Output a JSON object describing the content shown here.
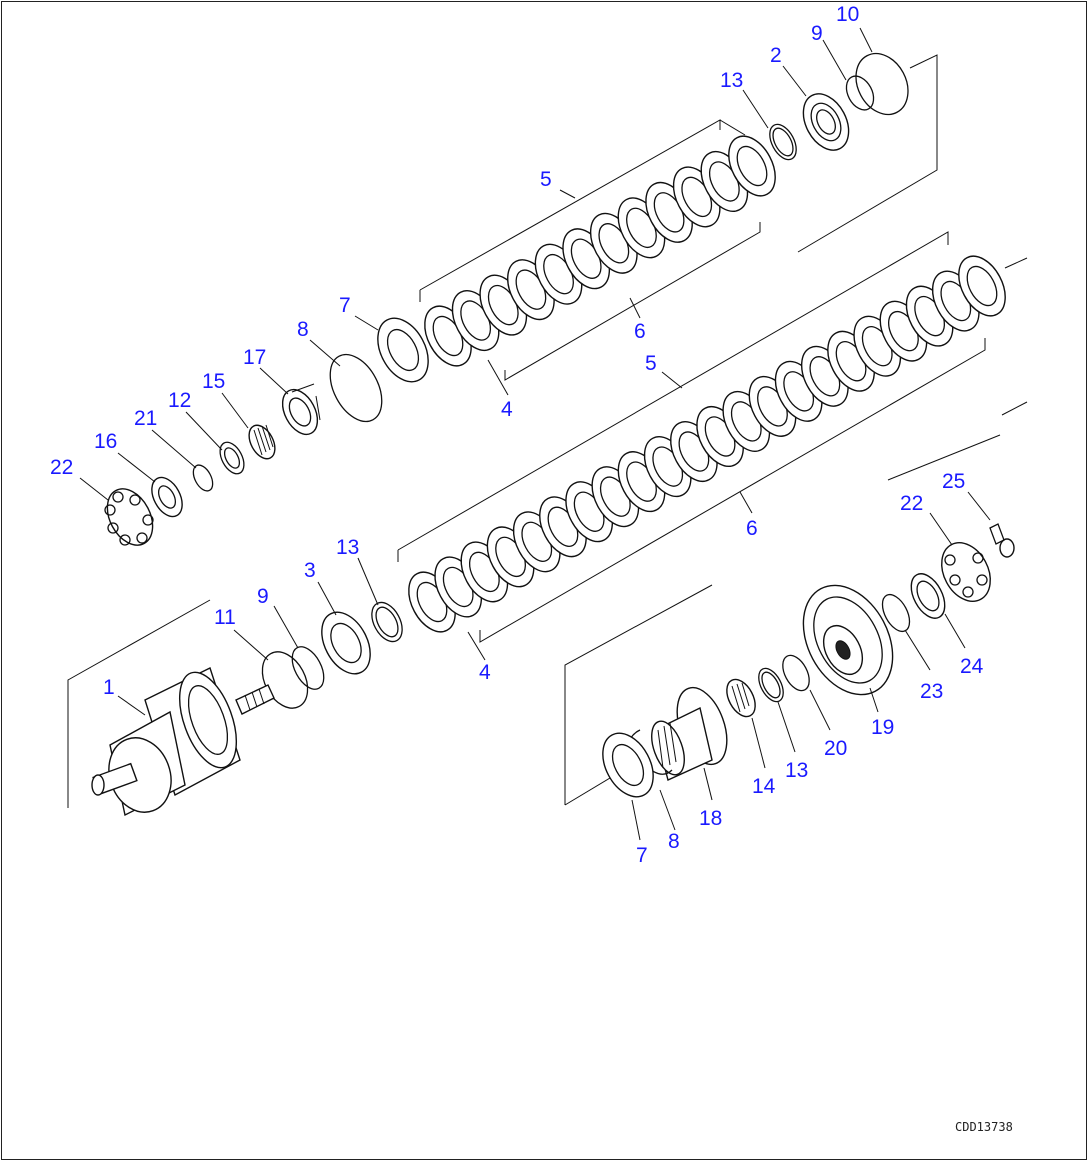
{
  "callouts": [
    {
      "id": "c10-top",
      "text": "10"
    },
    {
      "id": "c9-top",
      "text": "9"
    },
    {
      "id": "c2",
      "text": "2"
    },
    {
      "id": "c13-top",
      "text": "13"
    },
    {
      "id": "c5-upper",
      "text": "5"
    },
    {
      "id": "c7-upper",
      "text": "7"
    },
    {
      "id": "c8-upper",
      "text": "8"
    },
    {
      "id": "c6-upper",
      "text": "6"
    },
    {
      "id": "c4-upper",
      "text": "4"
    },
    {
      "id": "c17",
      "text": "17"
    },
    {
      "id": "c15",
      "text": "15"
    },
    {
      "id": "c12",
      "text": "12"
    },
    {
      "id": "c21",
      "text": "21"
    },
    {
      "id": "c16",
      "text": "16"
    },
    {
      "id": "c22-left",
      "text": "22"
    },
    {
      "id": "c5-lower",
      "text": "5"
    },
    {
      "id": "c6-lower",
      "text": "6"
    },
    {
      "id": "c25",
      "text": "25"
    },
    {
      "id": "c22-right",
      "text": "22"
    },
    {
      "id": "c13-mid",
      "text": "13"
    },
    {
      "id": "c3",
      "text": "3"
    },
    {
      "id": "c9-mid",
      "text": "9"
    },
    {
      "id": "c11",
      "text": "11"
    },
    {
      "id": "c4-lower",
      "text": "4"
    },
    {
      "id": "c1",
      "text": "1"
    },
    {
      "id": "c24",
      "text": "24"
    },
    {
      "id": "c23",
      "text": "23"
    },
    {
      "id": "c19",
      "text": "19"
    },
    {
      "id": "c20",
      "text": "20"
    },
    {
      "id": "c13-low",
      "text": "13"
    },
    {
      "id": "c14",
      "text": "14"
    },
    {
      "id": "c18",
      "text": "18"
    },
    {
      "id": "c8-low",
      "text": "8"
    },
    {
      "id": "c7-low",
      "text": "7"
    }
  ],
  "drawing_ref": "CDD13738",
  "colors": {
    "callout": "#1a1aff",
    "line": "#111111",
    "background": "#ffffff"
  }
}
